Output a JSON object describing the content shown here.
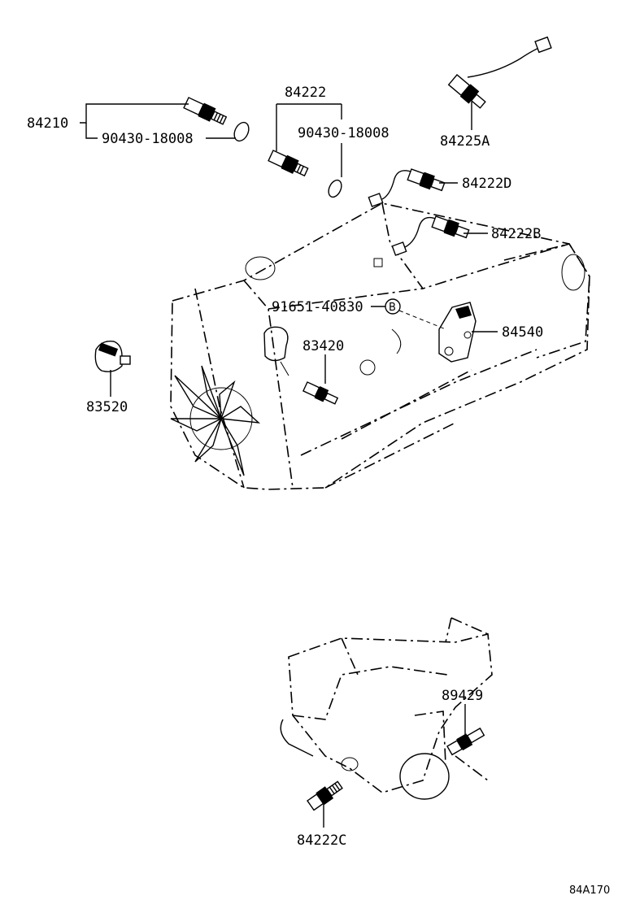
{
  "labels": {
    "p84210": "84210",
    "p90430a": "90430-18008",
    "p84222": "84222",
    "p90430b": "90430-18008",
    "p84225A": "84225A",
    "p84222D": "84222D",
    "p84222B": "84222B",
    "p91651": "91651-40830",
    "callout_b": "B",
    "p84540": "84540",
    "p83420": "83420",
    "p83520": "83520",
    "p89429": "89429",
    "p84222C": "84222C",
    "figure_code": "84A170"
  }
}
